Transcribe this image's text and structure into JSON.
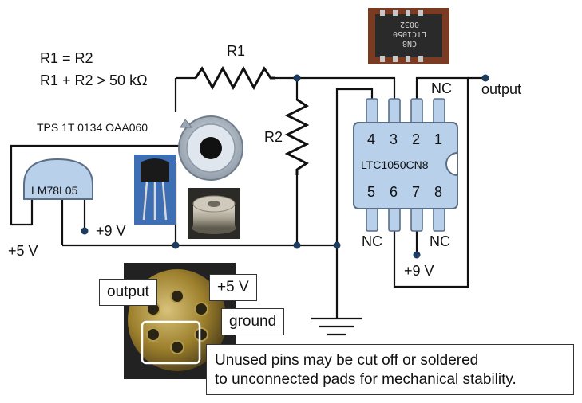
{
  "equations": {
    "line1": "R1 = R2",
    "line2": "R1 + R2 > 50 kΩ"
  },
  "resistors": {
    "r1": "R1",
    "r2": "R2"
  },
  "sensor_label": "TPS 1T 0134 OAA060",
  "regulator_label": "LM78L05",
  "ic": {
    "label": "LTC1050CN8",
    "pins_top": [
      "4",
      "3",
      "2",
      "1"
    ],
    "pins_bottom": [
      "5",
      "6",
      "7",
      "8"
    ],
    "nc_top": "NC",
    "nc_bottom_left": "NC",
    "nc_bottom_right": "NC",
    "chip_photo_lines": [
      "CN8",
      "LTC1050",
      "0032"
    ]
  },
  "labels": {
    "output": "output",
    "plus9v_left": "+9 V",
    "plus9v_bottom": "+9 V",
    "plus5v": "+5 V"
  },
  "photo_callouts": {
    "output": "output",
    "plus5v": "+5 V",
    "ground": "ground"
  },
  "note": {
    "line1": "Unused pins may be cut off or soldered",
    "line2": "to unconnected pads for mechanical stability."
  },
  "colors": {
    "ic_fill": "#b8d0ea",
    "ic_stroke": "#5a6e86",
    "wire": "#111111",
    "node": "#1f3b5e"
  }
}
